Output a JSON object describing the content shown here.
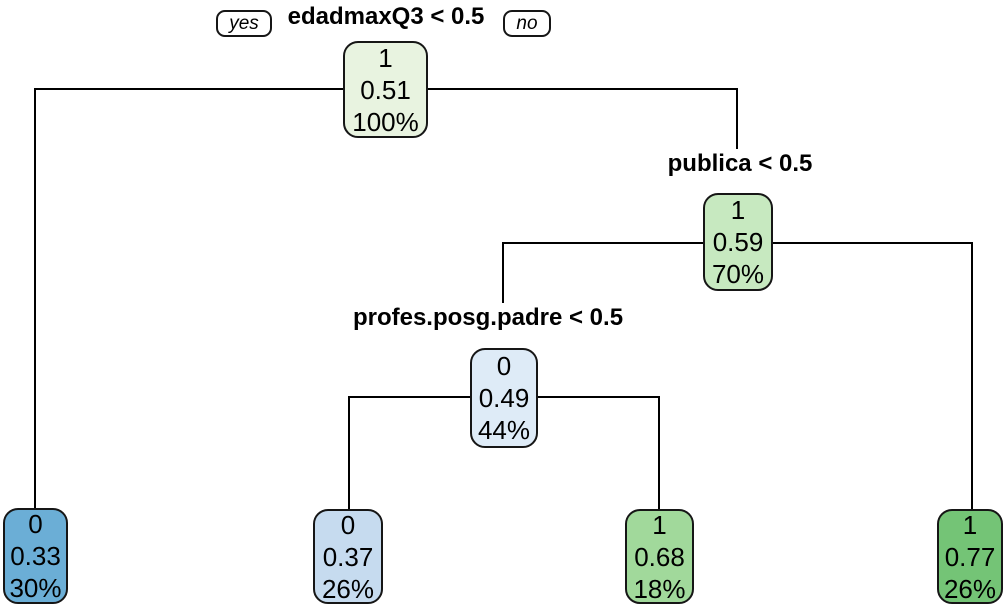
{
  "figure": {
    "type": "decision-tree",
    "background": "#ffffff",
    "line_color": "#000000"
  },
  "tree": {
    "branch_labels": {
      "yes": "yes",
      "no": "no"
    },
    "nodes": [
      {
        "role": "root",
        "split": "edadmaxQ3 < 0.5",
        "class": "1",
        "prob": "0.51",
        "pct": "100%",
        "color": "#E8F3E0"
      },
      {
        "role": "internal",
        "split": "publica < 0.5",
        "class": "1",
        "prob": "0.59",
        "pct": "70%",
        "color": "#C7E9C0"
      },
      {
        "role": "internal",
        "split": "profes.posg.padre < 0.5",
        "class": "0",
        "prob": "0.49",
        "pct": "44%",
        "color": "#DEEBF7"
      },
      {
        "role": "leaf",
        "class": "0",
        "prob": "0.33",
        "pct": "30%",
        "color": "#6BAED6"
      },
      {
        "role": "leaf",
        "class": "0",
        "prob": "0.37",
        "pct": "26%",
        "color": "#C6DBEF"
      },
      {
        "role": "leaf",
        "class": "1",
        "prob": "0.68",
        "pct": "18%",
        "color": "#A1D99B"
      },
      {
        "role": "leaf",
        "class": "1",
        "prob": "0.77",
        "pct": "26%",
        "color": "#74C476"
      }
    ]
  }
}
